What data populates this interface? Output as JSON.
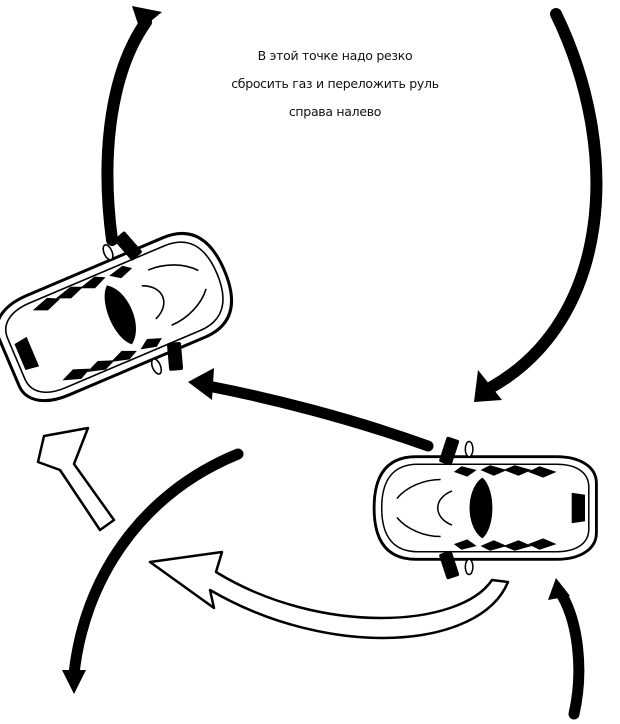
{
  "caption": {
    "line1": "В этой точке надо резко",
    "line2": "сбросить газ и переложить руль",
    "line3": "справа налево"
  },
  "colors": {
    "ink": "#000000",
    "paper": "#ffffff"
  },
  "icons": {
    "car": "car-top-view",
    "arrow": "arrow-head"
  }
}
